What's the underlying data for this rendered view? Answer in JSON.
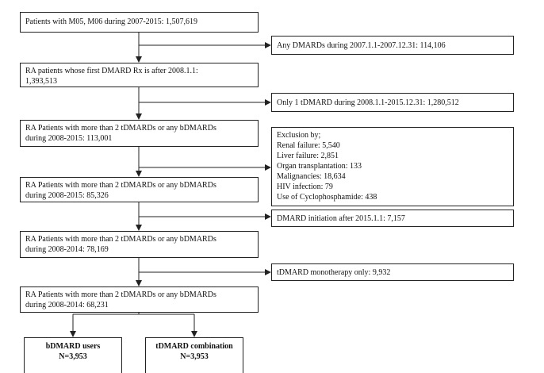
{
  "main_boxes": [
    {
      "lines": [
        "Patients with M05, M06 during 2007-2015: 1,507,619"
      ]
    },
    {
      "lines": [
        "RA patients whose first DMARD Rx is after 2008.1.1:",
        "1,393,513"
      ]
    },
    {
      "lines": [
        "RA Patients with more than 2 tDMARDs or any bDMARDs",
        "during 2008-2015: 113,001"
      ]
    },
    {
      "lines": [
        "RA Patients with more than 2 tDMARDs or any bDMARDs",
        "during 2008-2015: 85,326"
      ]
    },
    {
      "lines": [
        "RA Patients with more than 2 tDMARDs or any bDMARDs",
        "during 2008-2014: 78,169"
      ]
    },
    {
      "lines": [
        "RA Patients with more than 2 tDMARDs or any bDMARDs",
        "during 2008-2014: 68,231"
      ]
    }
  ],
  "side_boxes": [
    {
      "lines": [
        "Any DMARDs during 2007.1.1-2007.12.31: 114,106"
      ]
    },
    {
      "lines": [
        "Only 1 tDMARD during 2008.1.1-2015.12.31: 1,280,512"
      ]
    },
    {
      "lines": [
        "Exclusion by;",
        "Renal failure: 5,540",
        "Liver failure: 2,851",
        "Organ transplantation: 133",
        "Malignancies: 18,634",
        "HIV infection: 79",
        "Use of Cyclophosphamide: 438"
      ]
    },
    {
      "lines": [
        "DMARD initiation after 2015.1.1: 7,157"
      ]
    },
    {
      "lines": [
        "tDMARD monotherapy only: 9,932"
      ]
    }
  ],
  "final_boxes": [
    {
      "lines": [
        "bDMARD users",
        "N=3,953"
      ]
    },
    {
      "lines": [
        "tDMARD combination",
        "N=3,953"
      ]
    }
  ]
}
